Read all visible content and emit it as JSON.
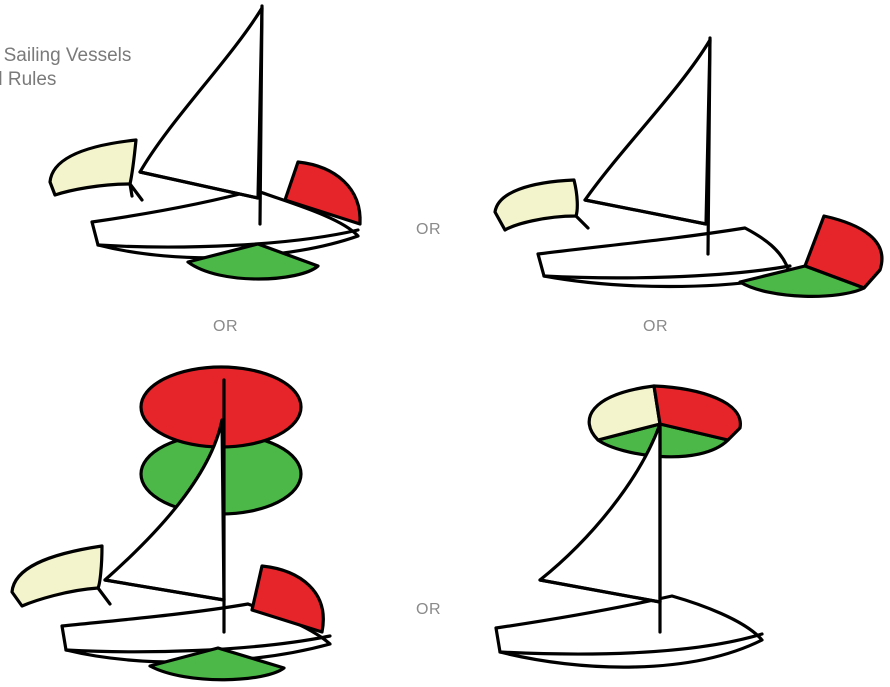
{
  "caption": {
    "line1": "r Sailing Vessels",
    "line2": "d Rules"
  },
  "separators": [
    "OR",
    "OR",
    "OR",
    "OR"
  ],
  "colors": {
    "red": "#e5252a",
    "green": "#4cb847",
    "white_light": "#f3f3cc",
    "outline": "#000000"
  },
  "icons": [
    "sailboat",
    "sidelight-red",
    "sidelight-green",
    "sternlight",
    "tricolor-lantern",
    "masthead-red-over-green"
  ]
}
